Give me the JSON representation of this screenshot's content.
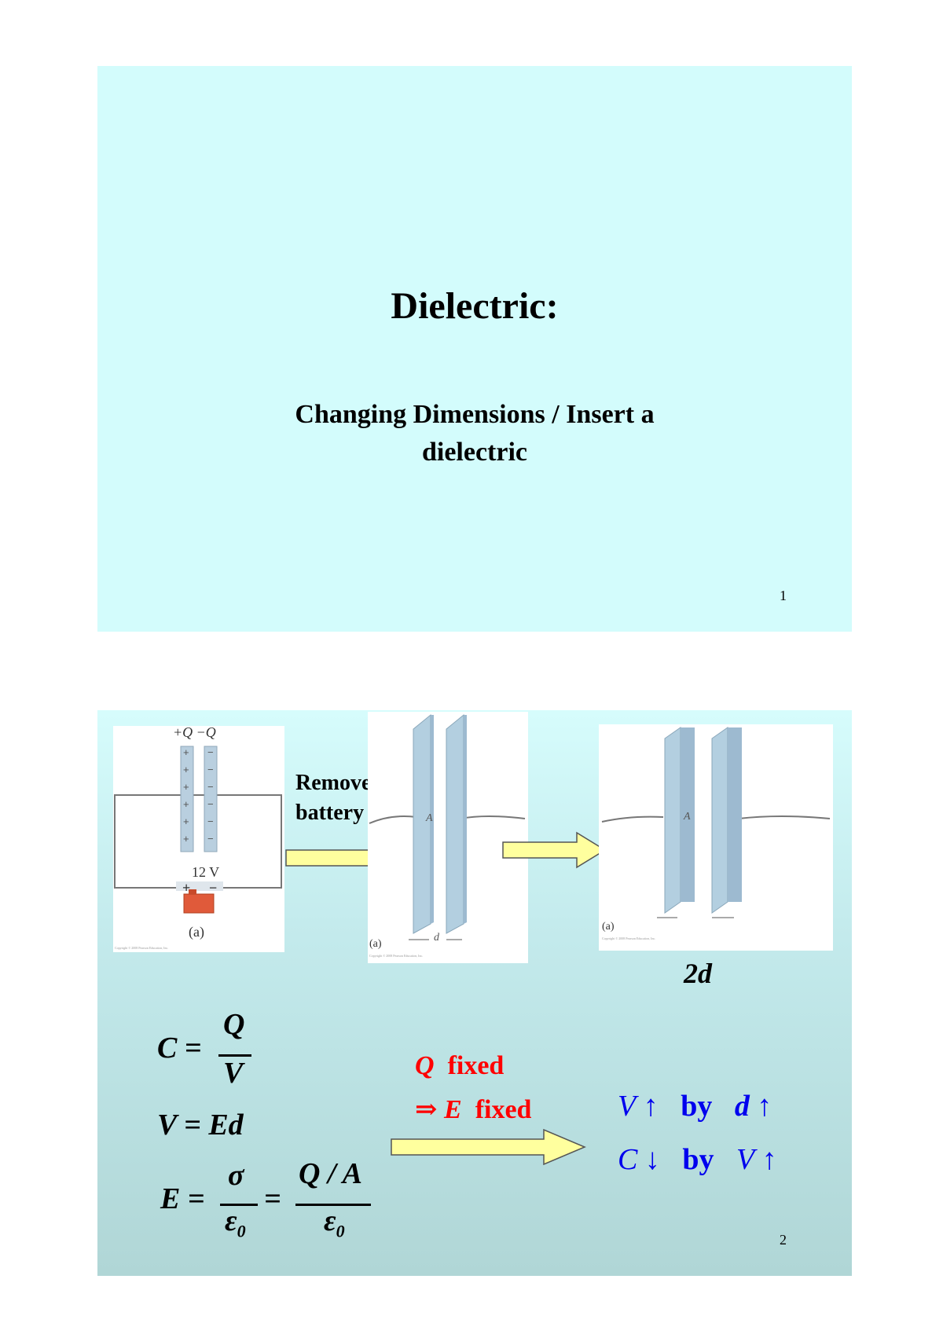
{
  "slide1": {
    "title": "Dielectric:",
    "subtitle_line1": "Changing Dimensions / Insert a",
    "subtitle_line2": "dielectric",
    "page_number": "1"
  },
  "slide2": {
    "page_number": "2",
    "figure_a": {
      "charge_pos": "+Q",
      "charge_neg": "−Q",
      "voltage": "12 V",
      "plus": "+",
      "minus": "−",
      "label": "(a)",
      "copyright": "Copyright © 2008 Pearson Education, Inc."
    },
    "remove_battery_line1": "Remove",
    "remove_battery_line2": "battery",
    "figure_b": {
      "area_label": "A",
      "gap_label": "d",
      "label": "(a)",
      "copyright": "Copyright © 2008 Pearson Education, Inc."
    },
    "figure_c": {
      "area_label": "A",
      "label": "(a)",
      "copyright": "Copyright © 2008 Pearson Education, Inc."
    },
    "gap_doubled": "2d",
    "equations": {
      "c_lhs": "C =",
      "c_num": "Q",
      "c_den": "V",
      "v_eq": "V = Ed",
      "e_lhs": "E =",
      "e_num1": "σ",
      "e_den1": "ε",
      "e_sub1": "0",
      "e_mid": "=",
      "e_num2": "Q / A",
      "e_den2": "ε",
      "e_sub2": "0"
    },
    "fixed": {
      "q_var": "Q",
      "q_text": "fixed",
      "implies": "⇒",
      "e_var": "E",
      "e_text": "fixed"
    },
    "results": {
      "row1_var": "V",
      "row1_arrow": "↑",
      "row1_by": "by",
      "row1_var2": "d",
      "row1_arrow2": "↑",
      "row2_var": "C",
      "row2_arrow": "↓",
      "row2_by": "by",
      "row2_var2": "V",
      "row2_arrow2": "↑"
    },
    "colors": {
      "red": "#ff0000",
      "blue": "#0000ee",
      "arrow_fill": "#ffff9e",
      "plate": "#b3cfe0"
    }
  }
}
